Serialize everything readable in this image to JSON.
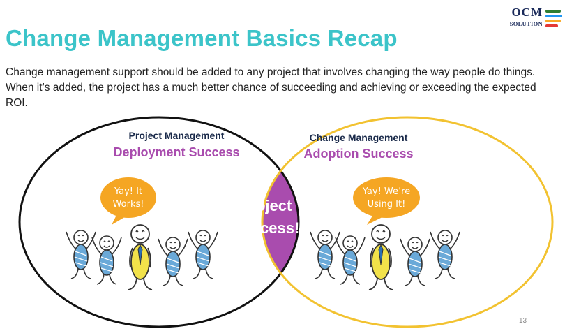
{
  "logo": {
    "ocm": "OCM",
    "solution": "SOLUTION",
    "colors": [
      "#2e7d32",
      "#2196f3",
      "#f9a825",
      "#e53935"
    ]
  },
  "title": "Change Management Basics Recap",
  "body": "Change management support should be added to any project that involves changing the way people do things. When it’s added, the project has a much better chance of succeeding and achieving or exceeding the expected ROI.",
  "venn": {
    "left": {
      "heading": "Project Management",
      "subheading": "Deployment Success",
      "bubble_line1": "Yay! It",
      "bubble_line2": "Works!"
    },
    "right": {
      "heading": "Change Management",
      "subheading": "Adoption Success",
      "bubble_line1": "Yay! We’re",
      "bubble_line2": "Using It!"
    },
    "center_line1": "Project",
    "center_line2": "Success!"
  },
  "page_number": "13",
  "colors": {
    "title": "#3cc4c9",
    "accent_purple": "#a94cae",
    "bubble": "#f5a623",
    "right_ring": "#f2c230",
    "left_ring": "#111111",
    "figure_blue": "#6aa9d8",
    "figure_yellow": "#f2e24a"
  }
}
